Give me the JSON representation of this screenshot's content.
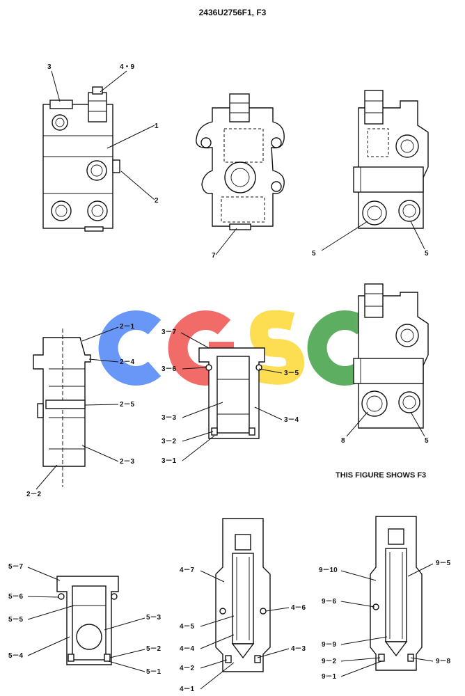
{
  "title": "2436U2756F1, F3",
  "note": "THIS FIGURE SHOWS  F3",
  "watermark": {
    "text": "CGSC",
    "colors": [
      "#4f86f7",
      "#ef5350",
      "#fdd835",
      "#43a047"
    ]
  },
  "labels": {
    "top_left": {
      "p3": "3",
      "p49": "4・9",
      "p1": "1",
      "p2": "2"
    },
    "top_mid": {
      "p7": "7"
    },
    "top_right": {
      "p5a": "5",
      "p5b": "5"
    },
    "mid_left": {
      "a1": "2－1",
      "a4": "2－4",
      "a5": "2－5",
      "a3": "2－3",
      "a2": "2－2"
    },
    "mid_center": {
      "b7": "3－7",
      "b6": "3－6",
      "b5": "3－5",
      "b3": "3－3",
      "b4": "3－4",
      "b2": "3－2",
      "b1": "3－1"
    },
    "mid_right": {
      "p8": "8",
      "p5": "5"
    },
    "bot_left": {
      "c7": "5－7",
      "c6": "5－6",
      "c5": "5－5",
      "c3": "5－3",
      "c4": "5－4",
      "c2": "5－2",
      "c1": "5－1"
    },
    "bot_mid": {
      "d7": "4－7",
      "d6": "4－6",
      "d5": "4－5",
      "d4": "4－4",
      "d3": "4－3",
      "d2": "4－2",
      "d1": "4－1"
    },
    "bot_right": {
      "e10": "9－10",
      "e5": "9－5",
      "e6": "9－6",
      "e9": "9－9",
      "e2": "9－2",
      "e8": "9－8",
      "e1": "9－1"
    }
  }
}
